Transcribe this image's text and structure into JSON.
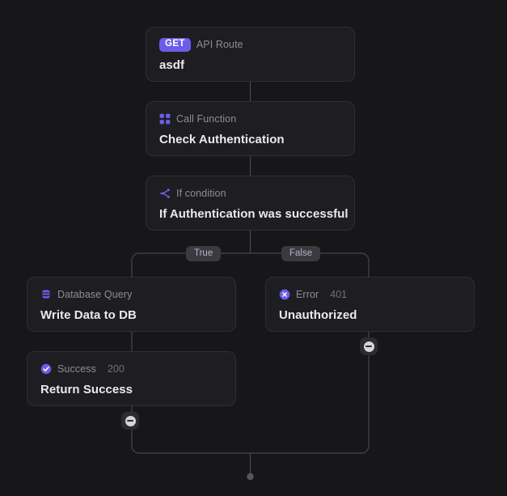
{
  "canvas": {
    "background": "#17171a",
    "accent": "#6c5ce9",
    "edge_color": "#46464d"
  },
  "nodes": [
    {
      "id": "api-route",
      "icon": "get-method-badge",
      "badge": "GET",
      "kind": "API Route",
      "code": "",
      "title": "asdf"
    },
    {
      "id": "call-function",
      "icon": "blocks-icon",
      "badge": "",
      "kind": "Call Function",
      "code": "",
      "title": "Check Authentication"
    },
    {
      "id": "if-condition",
      "icon": "branch-icon",
      "badge": "",
      "kind": "If condition",
      "code": "",
      "title": "If Authentication was successful"
    },
    {
      "id": "database-query",
      "icon": "database-icon",
      "badge": "",
      "kind": "Database Query",
      "code": "",
      "title": "Write Data to DB"
    },
    {
      "id": "error",
      "icon": "error-octagon-icon",
      "badge": "",
      "kind": "Error",
      "code": "401",
      "title": "Unauthorized"
    },
    {
      "id": "success",
      "icon": "check-circle-icon",
      "badge": "",
      "kind": "Success",
      "code": "200",
      "title": "Return Success"
    }
  ],
  "edge_labels": {
    "true": "True",
    "false": "False"
  },
  "collapse_buttons": {
    "aria_label": "Collapse branch"
  }
}
